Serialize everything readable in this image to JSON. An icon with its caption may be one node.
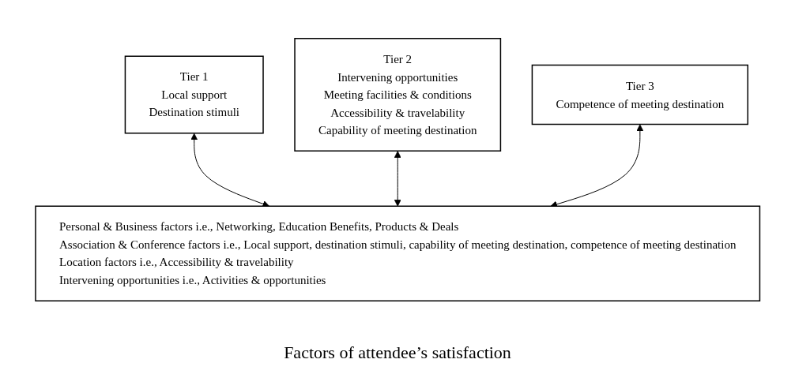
{
  "diagram": {
    "caption": "Factors of attendee’s satisfaction",
    "nodes": [
      {
        "text": [
          "Tier 1",
          "Local support",
          "Destination stimuli"
        ]
      },
      {
        "text": [
          "Tier 2",
          "Intervening opportunities",
          "Meeting facilities & conditions",
          "Accessibility & travelability",
          "Capability of meeting destination"
        ]
      },
      {
        "text": [
          "Tier 3",
          "Competence of meeting destination"
        ]
      },
      {
        "text": [
          "Personal & Business factors i.e., Networking, Education Benefits, Products & Deals",
          "Association & Conference factors i.e., Local support, destination stimuli, capability of meeting destination, competence of meeting destination",
          "Location factors i.e., Accessibility & travelability",
          "Intervening opportunities i.e., Activities & opportunities"
        ]
      }
    ],
    "edges": [
      {
        "from": 0,
        "to": 3,
        "arrow": "both"
      },
      {
        "from": 1,
        "to": 3,
        "arrow": "both"
      },
      {
        "from": 2,
        "to": 3,
        "arrow": "both"
      }
    ]
  }
}
